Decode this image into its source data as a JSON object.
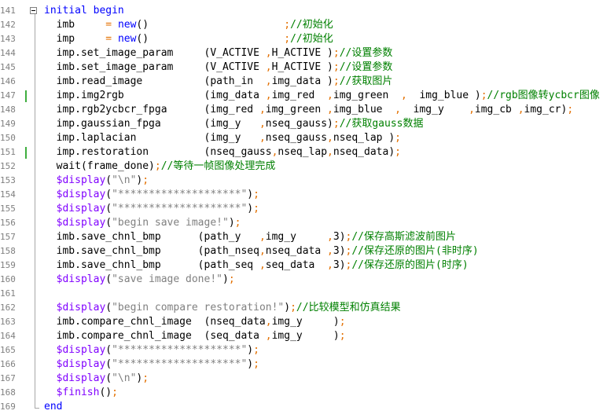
{
  "editor": {
    "lines": [
      {
        "num": "141",
        "segs": [
          [
            "kw",
            "initial begin"
          ]
        ]
      },
      {
        "num": "142",
        "segs": [
          [
            "",
            "  imb     "
          ],
          [
            "op",
            "= "
          ],
          [
            "kw",
            "new"
          ],
          [
            "",
            "()"
          ],
          [
            "",
            "                      "
          ],
          [
            "op",
            ";"
          ],
          [
            "cmt",
            "//初始化"
          ]
        ]
      },
      {
        "num": "143",
        "segs": [
          [
            "",
            "  imp     "
          ],
          [
            "op",
            "= "
          ],
          [
            "kw",
            "new"
          ],
          [
            "",
            "()"
          ],
          [
            "",
            "                      "
          ],
          [
            "op",
            ";"
          ],
          [
            "cmt",
            "//初始化"
          ]
        ]
      },
      {
        "num": "144",
        "segs": [
          [
            "",
            "  imp.set_image_param     (V_ACTIVE "
          ],
          [
            "op",
            ","
          ],
          [
            "",
            "H_ACTIVE )"
          ],
          [
            "op",
            ";"
          ],
          [
            "cmt",
            "//设置参数"
          ]
        ]
      },
      {
        "num": "145",
        "segs": [
          [
            "",
            "  imb.set_image_param     (V_ACTIVE "
          ],
          [
            "op",
            ","
          ],
          [
            "",
            "H_ACTIVE )"
          ],
          [
            "op",
            ";"
          ],
          [
            "cmt",
            "//设置参数"
          ]
        ]
      },
      {
        "num": "146",
        "segs": [
          [
            "",
            "  imb.read_image          (path_in  "
          ],
          [
            "op",
            ","
          ],
          [
            "",
            "img_data )"
          ],
          [
            "op",
            ";"
          ],
          [
            "cmt",
            "//获取图片"
          ]
        ]
      },
      {
        "num": "147",
        "marker": true,
        "segs": [
          [
            "",
            "  imp.img2rgb             (img_data "
          ],
          [
            "op",
            ","
          ],
          [
            "",
            "img_red  "
          ],
          [
            "op",
            ","
          ],
          [
            "",
            "img_green  "
          ],
          [
            "op",
            ","
          ],
          [
            "",
            "  img_blue )"
          ],
          [
            "op",
            ";"
          ],
          [
            "cmt",
            "//rgb图像转ycbcr图像"
          ]
        ]
      },
      {
        "num": "148",
        "segs": [
          [
            "",
            "  imp.rgb2ycbcr_fpga      (img_red "
          ],
          [
            "op",
            ","
          ],
          [
            "",
            "img_green "
          ],
          [
            "op",
            ","
          ],
          [
            "",
            "img_blue  "
          ],
          [
            "op",
            ","
          ],
          [
            "",
            "  img_y    "
          ],
          [
            "op",
            ","
          ],
          [
            "",
            "img_cb "
          ],
          [
            "op",
            ","
          ],
          [
            "",
            "img_cr)"
          ],
          [
            "op",
            ";"
          ]
        ]
      },
      {
        "num": "149",
        "segs": [
          [
            "",
            "  imp.gaussian_fpga       (img_y   "
          ],
          [
            "op",
            ","
          ],
          [
            "",
            "nseq_gauss)"
          ],
          [
            "op",
            ";"
          ],
          [
            "cmt",
            "//获取gauss数据"
          ]
        ]
      },
      {
        "num": "150",
        "segs": [
          [
            "",
            "  imp.laplacian           (img_y   "
          ],
          [
            "op",
            ","
          ],
          [
            "",
            "nseq_gauss"
          ],
          [
            "op",
            ","
          ],
          [
            "",
            "nseq_lap )"
          ],
          [
            "op",
            ";"
          ]
        ]
      },
      {
        "num": "151",
        "marker": true,
        "segs": [
          [
            "",
            "  imp.restoration         (nseq_gauss"
          ],
          [
            "op",
            ","
          ],
          [
            "",
            "nseq_lap"
          ],
          [
            "op",
            ","
          ],
          [
            "",
            "nseq_data)"
          ],
          [
            "op",
            ";"
          ]
        ]
      },
      {
        "num": "152",
        "segs": [
          [
            "",
            "  wait(frame_done)"
          ],
          [
            "op",
            ";"
          ],
          [
            "cmt",
            "//等待一帧图像处理完成"
          ]
        ]
      },
      {
        "num": "153",
        "segs": [
          [
            "sys",
            "  $display"
          ],
          [
            "",
            "("
          ],
          [
            "str",
            "\"\\n\""
          ],
          [
            "",
            ")"
          ],
          [
            "op",
            ";"
          ]
        ]
      },
      {
        "num": "154",
        "segs": [
          [
            "sys",
            "  $display"
          ],
          [
            "",
            "("
          ],
          [
            "str",
            "\"********************\""
          ],
          [
            "",
            ")"
          ],
          [
            "op",
            ";"
          ]
        ]
      },
      {
        "num": "155",
        "segs": [
          [
            "sys",
            "  $display"
          ],
          [
            "",
            "("
          ],
          [
            "str",
            "\"********************\""
          ],
          [
            "",
            ")"
          ],
          [
            "op",
            ";"
          ]
        ]
      },
      {
        "num": "156",
        "segs": [
          [
            "sys",
            "  $display"
          ],
          [
            "",
            "("
          ],
          [
            "str",
            "\"begin save image!\""
          ],
          [
            "",
            ")"
          ],
          [
            "op",
            ";"
          ]
        ]
      },
      {
        "num": "157",
        "segs": [
          [
            "",
            "  imb.save_chnl_bmp      (path_y   "
          ],
          [
            "op",
            ","
          ],
          [
            "",
            "img_y     "
          ],
          [
            "op",
            ","
          ],
          [
            "",
            "3)"
          ],
          [
            "op",
            ";"
          ],
          [
            "cmt",
            "//保存高斯滤波前图片"
          ]
        ]
      },
      {
        "num": "158",
        "segs": [
          [
            "",
            "  imb.save_chnl_bmp      (path_nseq"
          ],
          [
            "op",
            ","
          ],
          [
            "",
            "nseq_data "
          ],
          [
            "op",
            ","
          ],
          [
            "",
            "3)"
          ],
          [
            "op",
            ";"
          ],
          [
            "cmt",
            "//保存还原的图片(非时序)"
          ]
        ]
      },
      {
        "num": "159",
        "segs": [
          [
            "",
            "  imb.save_chnl_bmp      (path_seq "
          ],
          [
            "op",
            ","
          ],
          [
            "",
            "seq_data  "
          ],
          [
            "op",
            ","
          ],
          [
            "",
            "3)"
          ],
          [
            "op",
            ";"
          ],
          [
            "cmt",
            "//保存还原的图片(时序)"
          ]
        ]
      },
      {
        "num": "160",
        "segs": [
          [
            "sys",
            "  $display"
          ],
          [
            "",
            "("
          ],
          [
            "str",
            "\"save image done!\""
          ],
          [
            "",
            ")"
          ],
          [
            "op",
            ";"
          ]
        ]
      },
      {
        "num": "161",
        "segs": []
      },
      {
        "num": "162",
        "segs": [
          [
            "sys",
            "  $display"
          ],
          [
            "",
            "("
          ],
          [
            "str",
            "\"begin compare restoration!\""
          ],
          [
            "",
            ")"
          ],
          [
            "op",
            ";"
          ],
          [
            "cmt",
            "//比较模型和仿真结果"
          ]
        ]
      },
      {
        "num": "163",
        "segs": [
          [
            "",
            "  imb.compare_chnl_image  (nseq_data"
          ],
          [
            "op",
            ","
          ],
          [
            "",
            "img_y     )"
          ],
          [
            "op",
            ";"
          ]
        ]
      },
      {
        "num": "164",
        "segs": [
          [
            "",
            "  imb.compare_chnl_image  (seq_data "
          ],
          [
            "op",
            ","
          ],
          [
            "",
            "img_y     )"
          ],
          [
            "op",
            ";"
          ]
        ]
      },
      {
        "num": "165",
        "segs": [
          [
            "sys",
            "  $display"
          ],
          [
            "",
            "("
          ],
          [
            "str",
            "\"********************\""
          ],
          [
            "",
            ")"
          ],
          [
            "op",
            ";"
          ]
        ]
      },
      {
        "num": "166",
        "segs": [
          [
            "sys",
            "  $display"
          ],
          [
            "",
            "("
          ],
          [
            "str",
            "\"********************\""
          ],
          [
            "",
            ")"
          ],
          [
            "op",
            ";"
          ]
        ]
      },
      {
        "num": "167",
        "segs": [
          [
            "sys",
            "  $display"
          ],
          [
            "",
            "("
          ],
          [
            "str",
            "\"\\n\""
          ],
          [
            "",
            ")"
          ],
          [
            "op",
            ";"
          ]
        ]
      },
      {
        "num": "168",
        "segs": [
          [
            "sys",
            "  $finish"
          ],
          [
            "",
            "()"
          ],
          [
            "op",
            ";"
          ]
        ]
      },
      {
        "num": "169",
        "segs": [
          [
            "kw",
            "end"
          ]
        ]
      }
    ]
  },
  "colors": {
    "keyword": "#0000ff",
    "system_task": "#8000ff",
    "string": "#808080",
    "comment": "#008000",
    "operator": "#e37000",
    "line_number": "#808080",
    "change_marker": "#3fae3f"
  }
}
